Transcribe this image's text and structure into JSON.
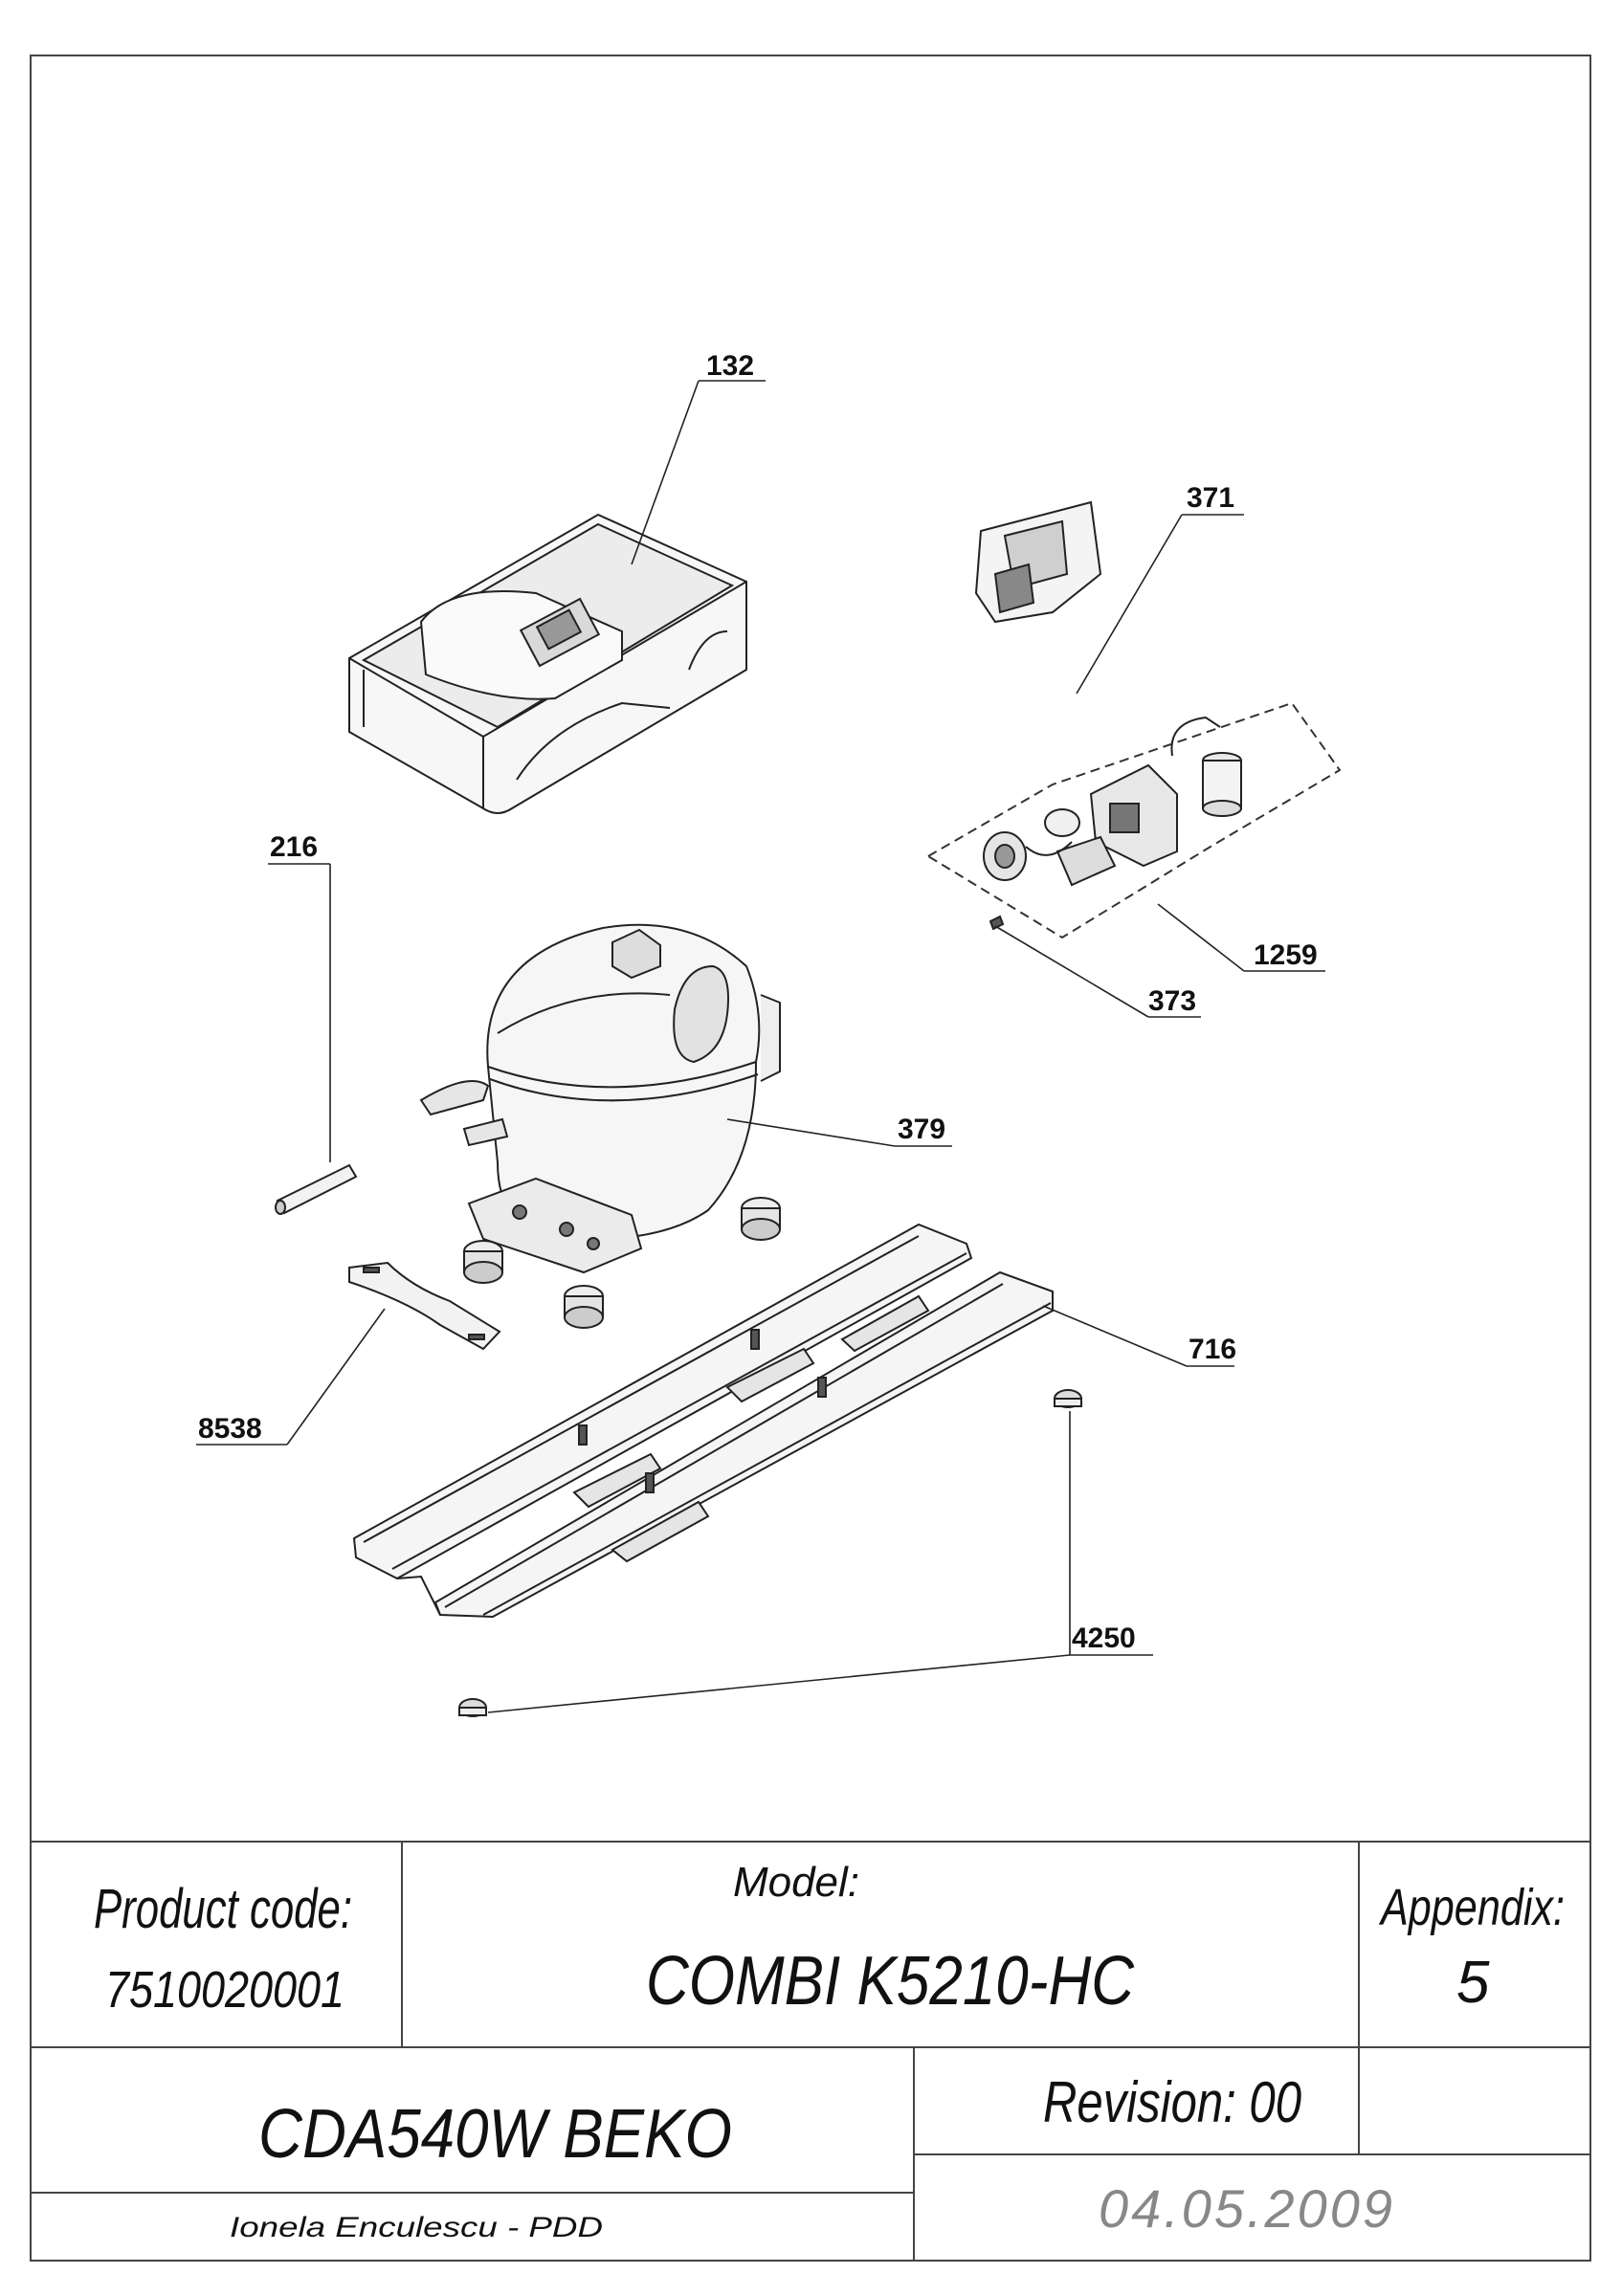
{
  "callouts": [
    {
      "id": "132",
      "text": "132"
    },
    {
      "id": "371",
      "text": "371"
    },
    {
      "id": "216",
      "text": "216"
    },
    {
      "id": "1259",
      "text": "1259"
    },
    {
      "id": "373",
      "text": "373"
    },
    {
      "id": "379",
      "text": "379"
    },
    {
      "id": "716",
      "text": "716"
    },
    {
      "id": "8538",
      "text": "8538"
    },
    {
      "id": "4250",
      "text": "4250"
    }
  ],
  "title_block": {
    "product_code_label": "Product code:",
    "product_code_value": "7510020001",
    "model_label": "Model:",
    "model_value": "COMBI K5210-HC",
    "appendix_label": "Appendix:",
    "appendix_value": "5",
    "model_name": "CDA540W BEKO",
    "revision": "Revision: 00",
    "author": "Ionela Enculescu - PDD",
    "date": "04.05.2009"
  }
}
